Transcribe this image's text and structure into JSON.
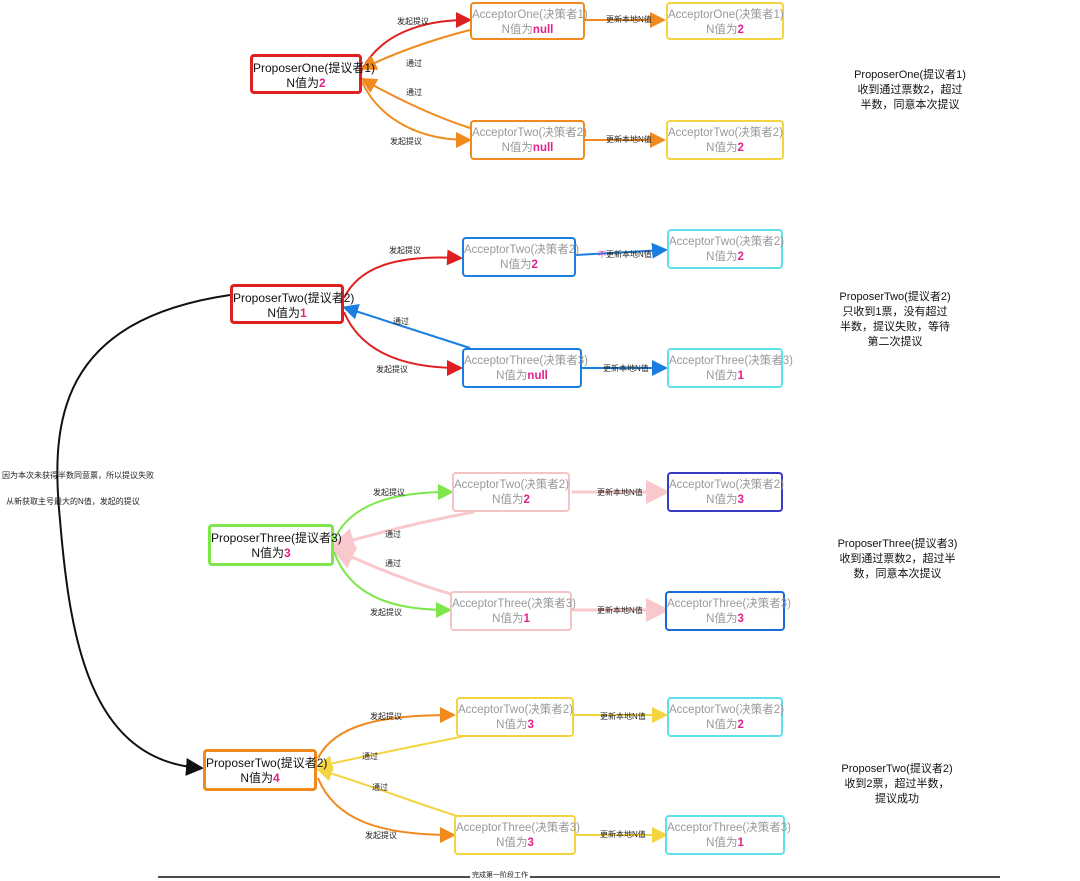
{
  "stages": [
    {
      "proposer": {
        "name": "ProposerOne(提议者1)",
        "nlabel": "N值为",
        "nvalue": "2",
        "color": "#e02020"
      },
      "acceptors": [
        {
          "name": "AcceptorOne(决策者1)",
          "nlabel": "N值为",
          "nvalue": "null",
          "color": "#f08a1c"
        },
        {
          "name": "AcceptorTwo(决策者2)",
          "nlabel": "N值为",
          "nvalue": "null",
          "color": "#f08a1c"
        }
      ],
      "results": [
        {
          "name": "AcceptorOne(决策者1)",
          "nlabel": "N值为",
          "nvalue": "2",
          "color": "#f5d442"
        },
        {
          "name": "AcceptorTwo(决策者2)",
          "nlabel": "N值为",
          "nvalue": "2",
          "color": "#f5d442"
        }
      ],
      "labels": {
        "propose_top": "发起提议",
        "pass_top": "通过",
        "pass_bottom": "通过",
        "propose_bottom": "发起提议",
        "update_top": "更新本地N值",
        "update_bottom": "更新本地N值"
      },
      "note": [
        "ProposerOne(提议者1)",
        "收到通过票数2，超过",
        "半数，同意本次提议"
      ]
    },
    {
      "proposer": {
        "name": "ProposerTwo(提议者2)",
        "nlabel": "N值为",
        "nvalue": "1",
        "color": "#e02020"
      },
      "acceptors": [
        {
          "name": "AcceptorTwo(决策者2)",
          "nlabel": "N值为",
          "nvalue": "2",
          "color": "#1a7ee0"
        },
        {
          "name": "AcceptorThree(决策者3)",
          "nlabel": "N值为",
          "nvalue": "null",
          "color": "#1a7ee0"
        }
      ],
      "results": [
        {
          "name": "AcceptorTwo(决策者2)",
          "nlabel": "N值为",
          "nvalue": "2",
          "color": "#60e0e8"
        },
        {
          "name": "AcceptorThree(决策者3)",
          "nlabel": "N值为",
          "nvalue": "1",
          "color": "#60e0e8"
        }
      ],
      "labels": {
        "propose_top": "发起提议",
        "pass_bottom": "通过",
        "propose_bottom": "发起提议",
        "update_top_prefix": "不",
        "update_top": "更新本地N值",
        "update_bottom": "更新本地N值"
      },
      "note": [
        "ProposerTwo(提议者2)",
        "只收到1票，没有超过",
        "半数，提议失败，等待",
        "第二次提议"
      ]
    },
    {
      "proposer": {
        "name": "ProposerThree(提议者3)",
        "nlabel": "N值为",
        "nvalue": "3",
        "color": "#7ce64a"
      },
      "acceptors": [
        {
          "name": "AcceptorTwo(决策者2)",
          "nlabel": "N值为",
          "nvalue": "2",
          "color": "#f4c4c4"
        },
        {
          "name": "AcceptorThree(决策者3)",
          "nlabel": "N值为",
          "nvalue": "1",
          "color": "#f4c4c4"
        }
      ],
      "results": [
        {
          "name": "AcceptorTwo(决策者2)",
          "nlabel": "N值为",
          "nvalue": "3",
          "color": "#3a3ac8"
        },
        {
          "name": "AcceptorThree(决策者3)",
          "nlabel": "N值为",
          "nvalue": "3",
          "color": "#1a6ad8"
        }
      ],
      "labels": {
        "propose_top": "发起提议",
        "pass_top": "通过",
        "pass_bottom": "通过",
        "propose_bottom": "发起提议",
        "update_top": "更新本地N值",
        "update_bottom": "更新本地N值"
      },
      "note": [
        "ProposerThree(提议者3)",
        "收到通过票数2，超过半",
        "数，同意本次提议"
      ]
    },
    {
      "proposer": {
        "name": "ProposerTwo(提议者2)",
        "nlabel": "N值为",
        "nvalue": "4",
        "color": "#f08a1c"
      },
      "acceptors": [
        {
          "name": "AcceptorTwo(决策者2)",
          "nlabel": "N值为",
          "nvalue": "3",
          "color": "#f5d442"
        },
        {
          "name": "AcceptorThree(决策者3)",
          "nlabel": "N值为",
          "nvalue": "3",
          "color": "#f5d442"
        }
      ],
      "results": [
        {
          "name": "AcceptorTwo(决策者2)",
          "nlabel": "N值为",
          "nvalue": "2",
          "color": "#60e0e8"
        },
        {
          "name": "AcceptorThree(决策者3)",
          "nlabel": "N值为",
          "nvalue": "1",
          "color": "#60e0e8"
        }
      ],
      "labels": {
        "propose_top": "发起提议",
        "pass_top": "通过",
        "pass_bottom": "通过",
        "propose_bottom": "发起提议",
        "update_top": "更新本地N值",
        "update_bottom": "更新本地N值"
      },
      "note": [
        "ProposerTwo(提议者2)",
        "收到2票，超过半数，",
        "提议成功"
      ]
    }
  ],
  "retry_note": {
    "line1": "因为本次未获得半数同意票，所以提议失败",
    "line2": "从新获取主号最大的N值，发起的提议"
  },
  "footer": "完成第一阶段工作",
  "colors": {
    "value_accent": "#e0208a",
    "arrow_orange": "#f08a1c",
    "arrow_red": "#e02020",
    "arrow_blue": "#1a7ee0",
    "arrow_green": "#7ce64a",
    "arrow_pink": "#f8c8cc",
    "arrow_yellow": "#f5d442",
    "arrow_black": "#111111"
  }
}
